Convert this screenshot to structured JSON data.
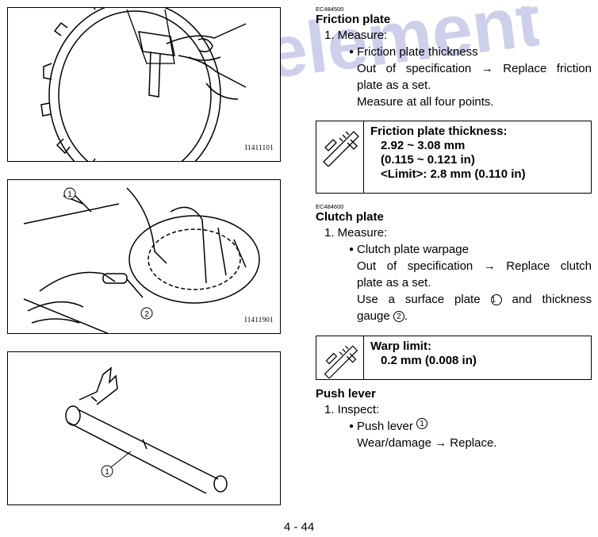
{
  "figures": [
    {
      "code": "I1411101"
    },
    {
      "code": "I1411901",
      "callouts": [
        "1",
        "2"
      ]
    },
    {
      "code": "",
      "callouts": [
        "1"
      ]
    }
  ],
  "friction_plate": {
    "code": "EC484500",
    "title": "Friction plate",
    "step": "1.  Measure:",
    "bullet": "Friction plate thickness",
    "line1": "Out of specification → Replace friction",
    "line2": "plate as a set.",
    "line3": "Measure at all four points."
  },
  "thickness_spec": {
    "label": "Friction plate thickness:",
    "value1": "2.92 ~ 3.08 mm",
    "value2": "(0.115 ~ 0.121 in)",
    "value3": "<Limit>: 2.8 mm (0.110 in)"
  },
  "clutch_plate": {
    "code": "EC484600",
    "title": "Clutch plate",
    "step": "1.  Measure:",
    "bullet": "Clutch plate warpage",
    "line1": "Out of specification → Replace clutch",
    "line2": "plate as a set.",
    "line3a": "Use a surface plate",
    "ref1": "1",
    "line3b": "and thickness",
    "line4a": "gauge",
    "ref2": "2",
    "line4b": "."
  },
  "warp_spec": {
    "label": "Warp limit:",
    "value1": "0.2 mm (0.008 in)"
  },
  "push_lever": {
    "title": "Push lever",
    "step": "1.  Inspect:",
    "bullet": "Push lever",
    "ref1": "1",
    "line1": "Wear/damage → Replace."
  },
  "watermark": "pdfelement",
  "page_number": "4 - 44"
}
